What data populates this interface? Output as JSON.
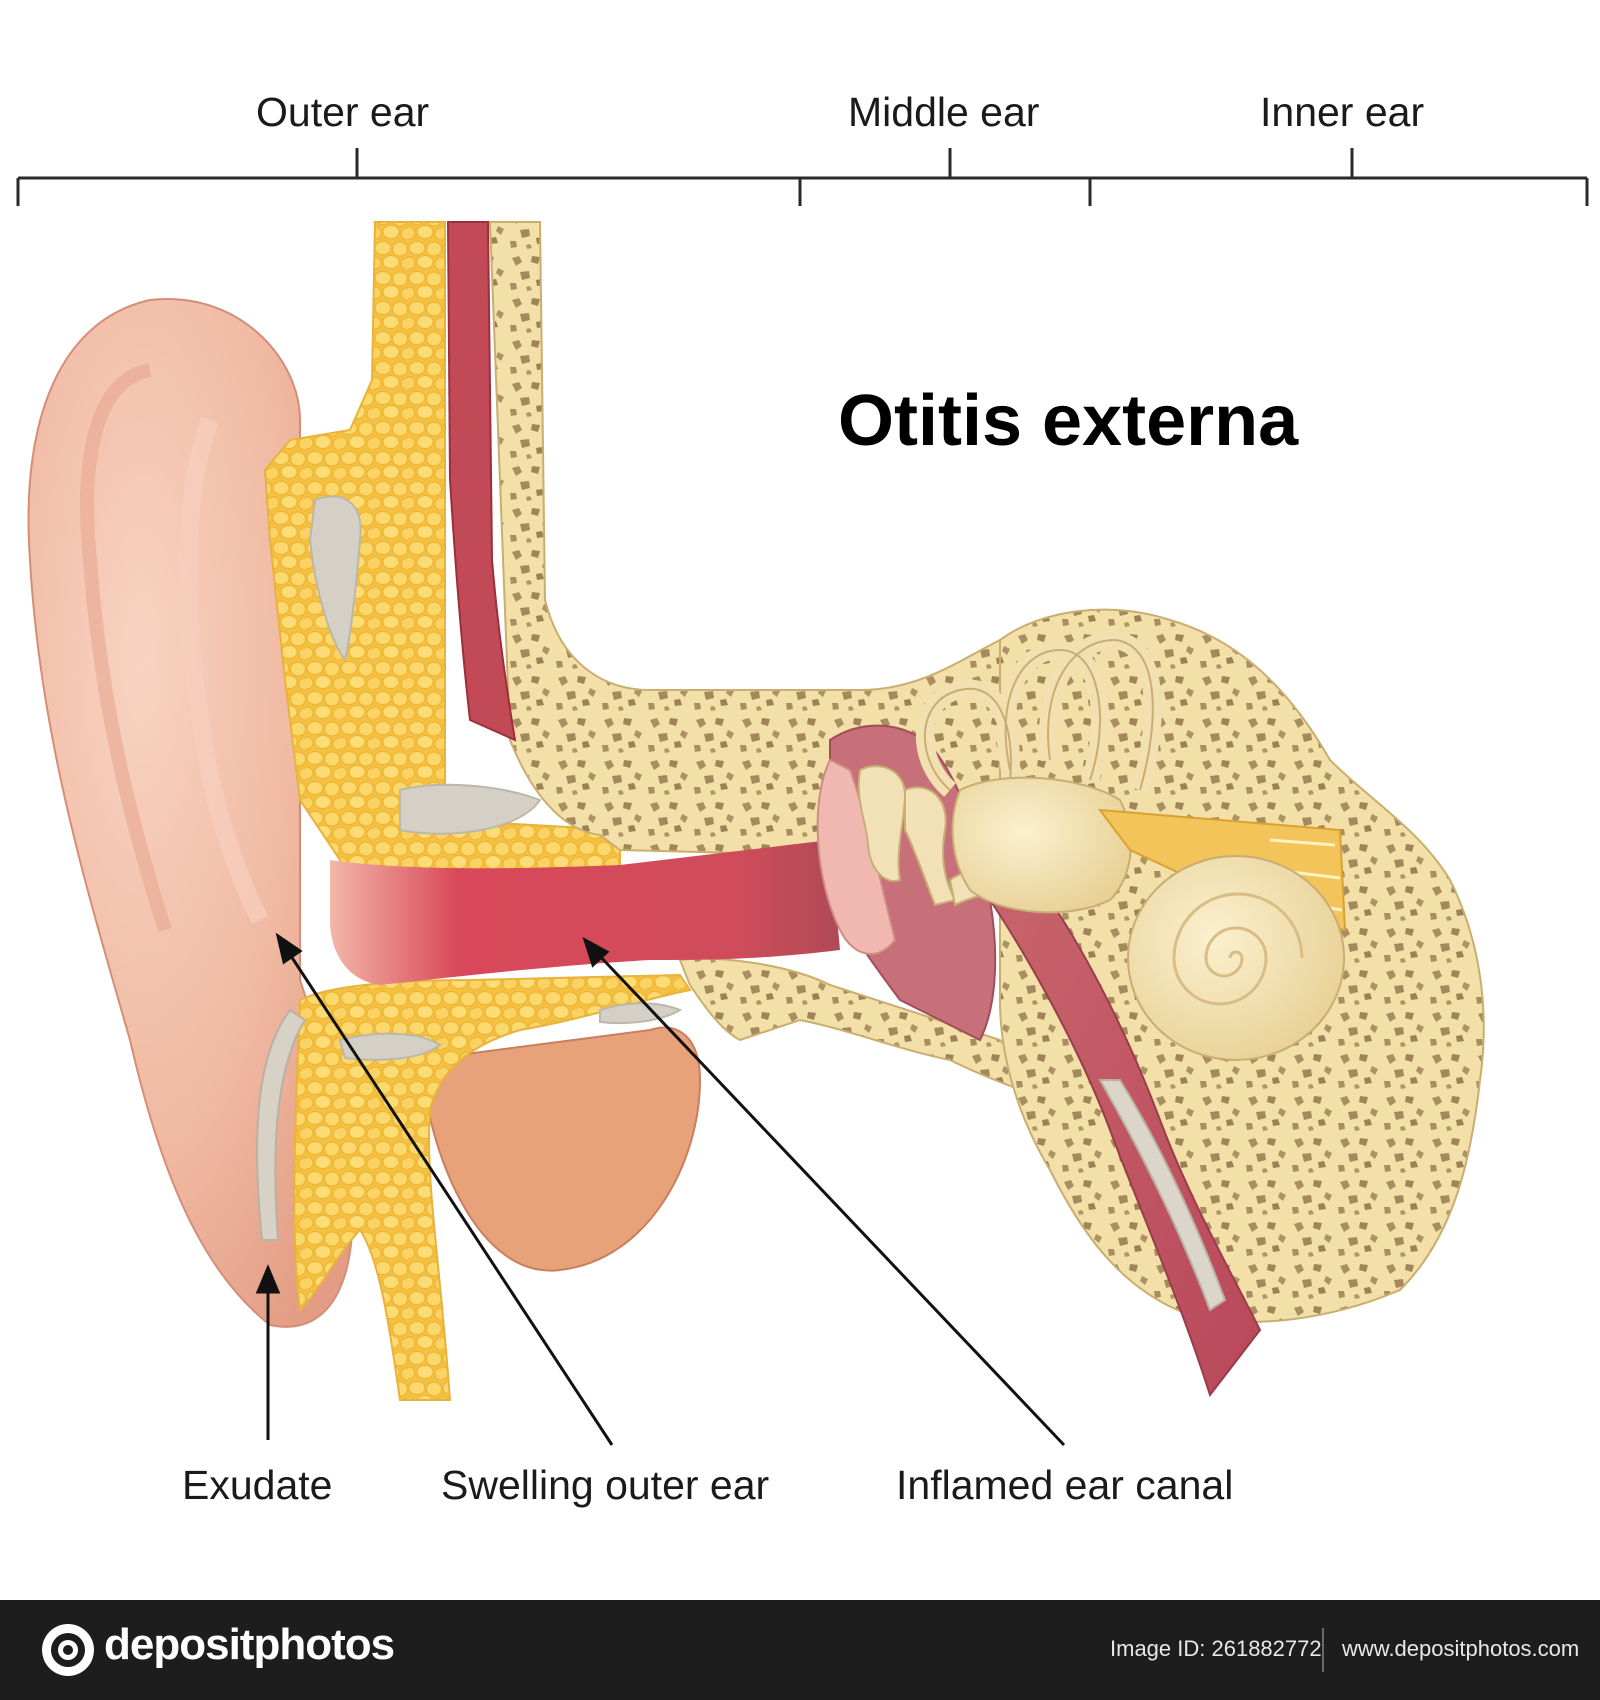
{
  "title": "Otitis externa",
  "regions": {
    "outer": "Outer ear",
    "middle": "Middle ear",
    "inner": "Inner ear"
  },
  "callouts": {
    "exudate": "Exudate",
    "swelling": "Swelling outer ear",
    "inflamed": "Inflamed ear canal"
  },
  "footer": {
    "logo_text": "depositphotos",
    "image_id": "Image ID: 261882772",
    "url": "www.depositphotos.com"
  },
  "watermark": "depositphotos",
  "colors": {
    "skin": "#f0b9a2",
    "fat": "#f7c94c",
    "bone": "#f3dfa8",
    "inflamed_canal": "#d2505f",
    "footer_bg": "#1d1d1d"
  }
}
